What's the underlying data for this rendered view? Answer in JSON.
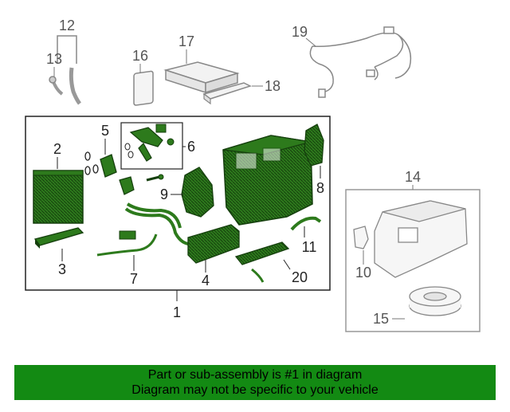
{
  "colors": {
    "part": "#2d7a1c",
    "part_dark": "#153f0d",
    "banner": "#138a13",
    "outline_gray": "#999999"
  },
  "callouts": {
    "c1": "1",
    "c2": "2",
    "c3": "3",
    "c4": "4",
    "c5": "5",
    "c6": "6",
    "c7": "7",
    "c8": "8",
    "c9": "9",
    "c10": "10",
    "c11": "11",
    "c12": "12",
    "c13": "13",
    "c14": "14",
    "c15": "15",
    "c16": "16",
    "c17": "17",
    "c18": "18",
    "c19": "19",
    "c20": "20"
  },
  "banner": {
    "line1": "Part or sub-assembly is #1 in diagram",
    "line2": "Diagram may not be specific to your vehicle"
  }
}
